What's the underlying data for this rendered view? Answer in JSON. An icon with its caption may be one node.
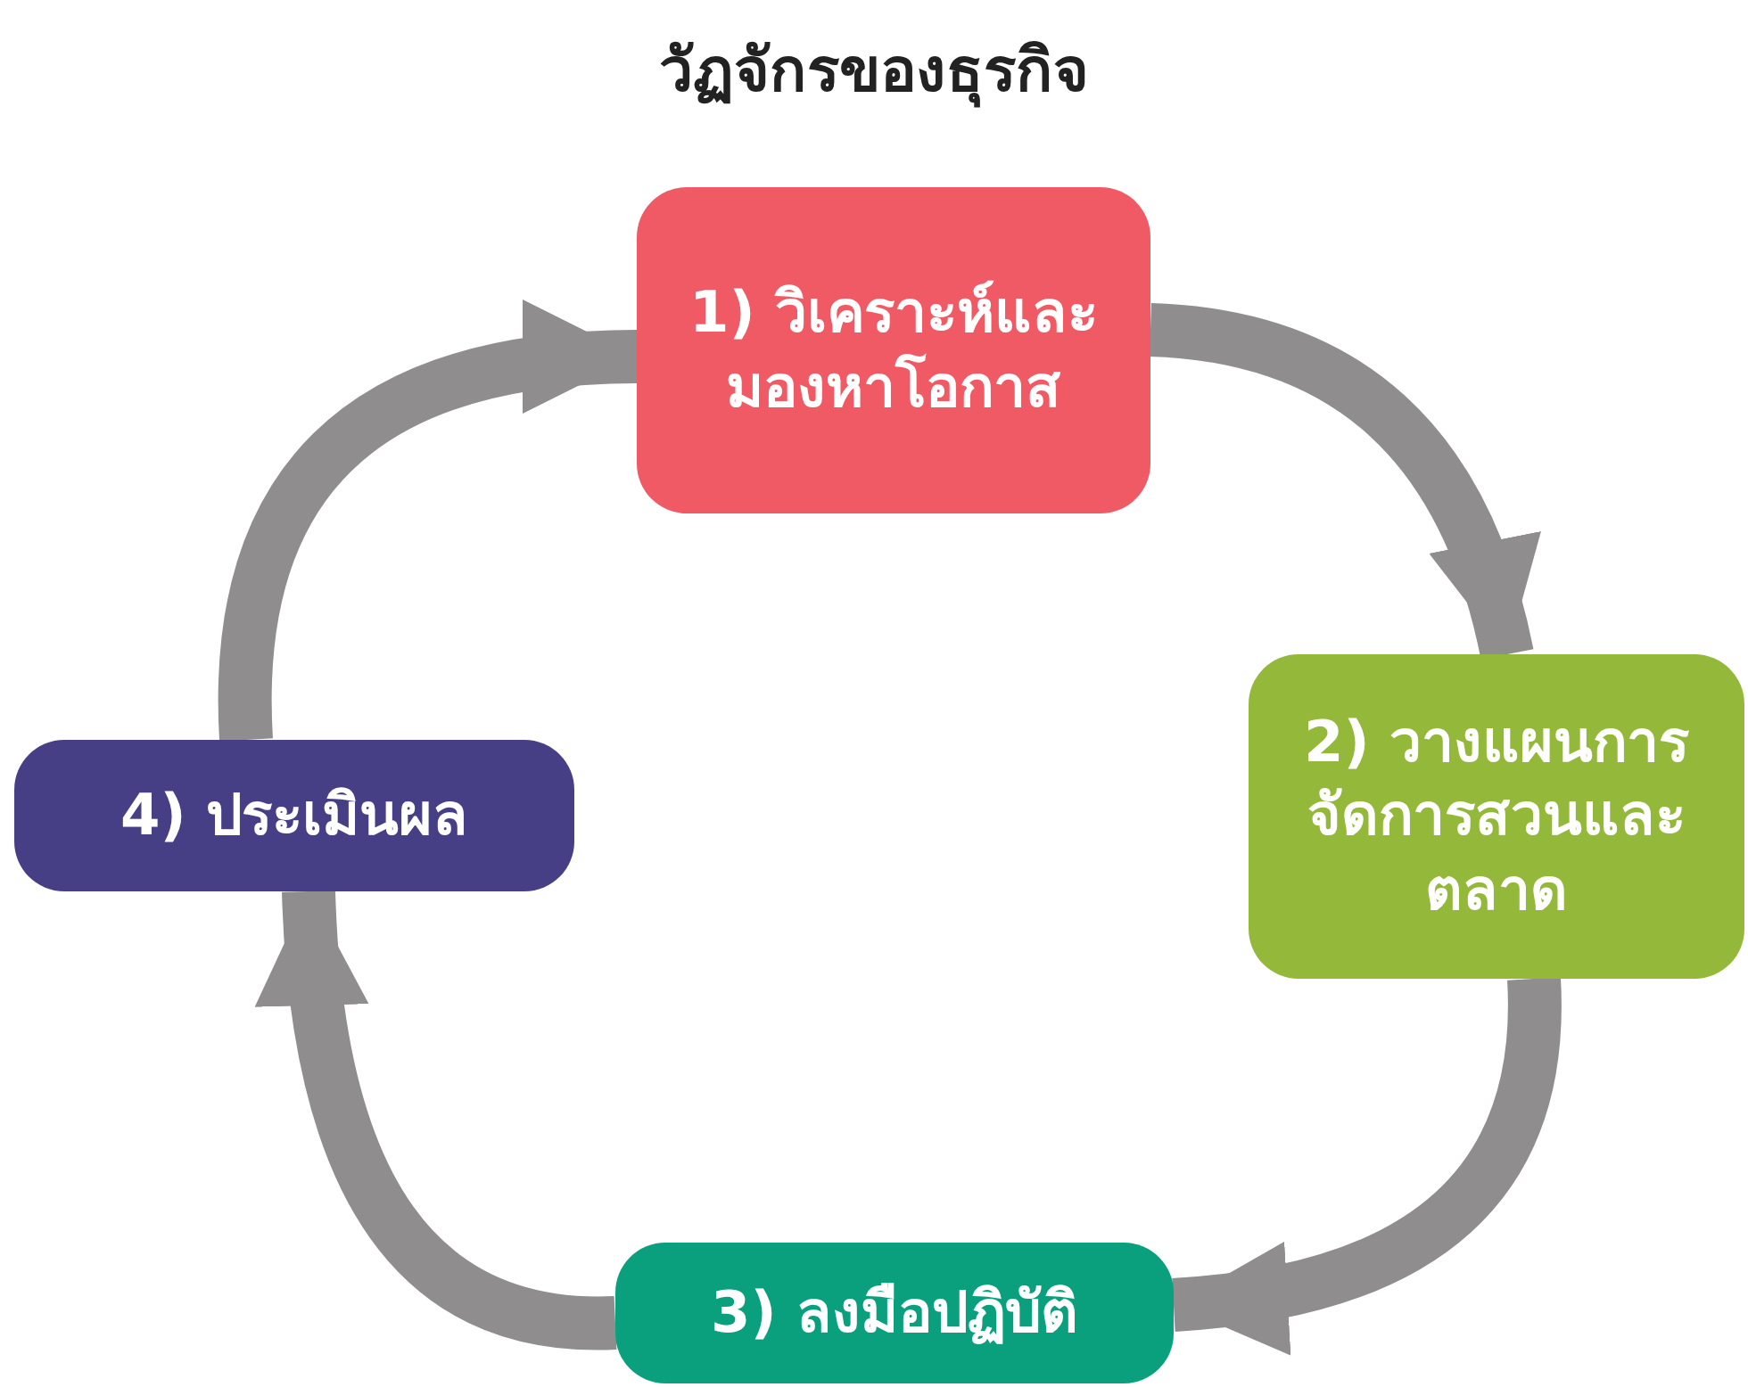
{
  "diagram": {
    "title": "วัฏจักรของธุรกิจ",
    "nodes": [
      {
        "text": [
          "1) วิเคราะห์และมองหาโอกาส"
        ]
      },
      {
        "text": [
          "2) วางแผนการจัดการสวนและตลาด"
        ]
      },
      {
        "text": [
          "3) ลงมือปฏิบัติ"
        ]
      },
      {
        "text": [
          "4) ประเมินผล"
        ]
      }
    ],
    "edges": [
      {
        "from": 0,
        "to": 1,
        "arrow": "to"
      },
      {
        "from": 1,
        "to": 2,
        "arrow": "to"
      },
      {
        "from": 2,
        "to": 3,
        "arrow": "to"
      },
      {
        "from": 3,
        "to": 0,
        "arrow": "to"
      }
    ]
  }
}
